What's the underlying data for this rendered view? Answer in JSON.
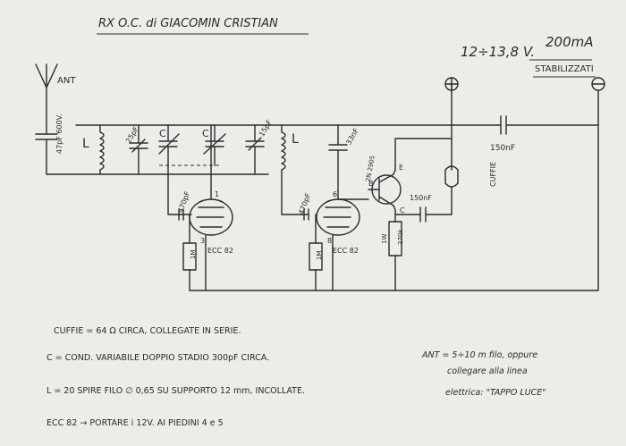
{
  "title": "RX O.C. di GIACOMIN CRISTIAN",
  "supply": {
    "voltage": "12÷13,8 V.",
    "current": "200mA",
    "note": "STABILIZZATI",
    "plus": "+",
    "minus": "–"
  },
  "components": {
    "antenna": "ANT",
    "c_ant": "47pF 600V.",
    "coil1": "L",
    "trimmer1": "25pF",
    "var_cap1": "C",
    "var_cap2": "C",
    "trimmer2": "15pF",
    "coil2": "L",
    "cap_grid1": "470pF",
    "tube1_pin": "1",
    "tube1_pin8": "3",
    "res1": "1M",
    "tube1": "ECC 82",
    "cap_grid2": "470pF",
    "cap_plate": "33nF",
    "tube2_pin": "6",
    "tube2_pin8": "8",
    "res2": "1M",
    "tube2": "ECC 82",
    "transistor": "2N 2905",
    "pin_e": "E",
    "pin_b": "B",
    "pin_c": "C",
    "cap_coupling": "150nF",
    "res3": "270k",
    "res3_power": "1W",
    "headphones": "CUFFIE",
    "cap_out": "150nF"
  },
  "notes": [
    "CUFFIE = 64 Ω CIRCA, COLLEGATE IN SERIE.",
    "C = COND. VARIABILE DOPPIO STADIO 300pF CIRCA.",
    "L = 20 SPIRE FILO ∅ 0,65 SU SUPPORTO 12 mm, INCOLLATE.",
    "ECC 82 → PORTARE i 12V. AI PIEDINI 4 e 5"
  ],
  "ant_note": [
    "ANT = 5÷10 m filo, oppure",
    "collegare alla linea",
    "elettrica: \"TAPPO LUCE\""
  ]
}
